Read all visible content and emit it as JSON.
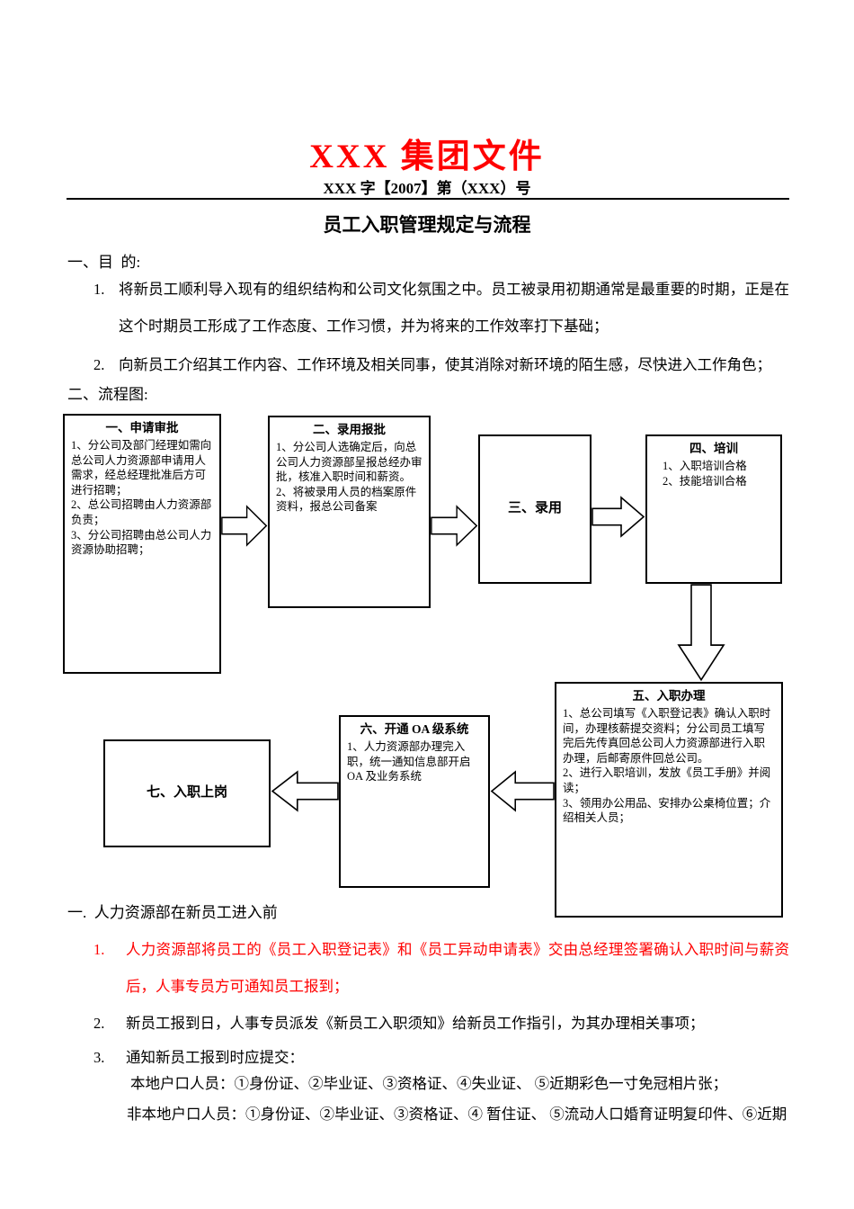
{
  "colors": {
    "title_red": "#FF0000",
    "highlight_red": "#FF0000",
    "text_black": "#000000"
  },
  "header": {
    "org_title": "XXX 集团文件",
    "doc_number": "XXX 字【2007】第（XXX）号",
    "doc_title": "员工入职管理规定与流程"
  },
  "purpose": {
    "heading": "一、目  的:",
    "items": [
      {
        "num": "1.",
        "text": "将新员工顺利导入现有的组织结构和公司文化氛围之中。员工被录用初期通常是最重要的时期，正是在这个时期员工形成了工作态度、工作习惯，并为将来的工作效率打下基础；"
      },
      {
        "num": "2.",
        "text": "向新员工介绍其工作内容、工作环境及相关同事，使其消除对新环境的陌生感，尽快进入工作角色；"
      }
    ]
  },
  "flowchart": {
    "heading": "二、流程图:",
    "boxes": [
      {
        "title": "一、申请审批",
        "lines": [
          "1、分公司及部门经理如需向总公司人力资源部申请用人需求，经总经理批准后方可进行招聘；",
          "2、总公司招聘由人力资源部负责；",
          "3、分公司招聘由总公司人力资源协助招聘；"
        ]
      },
      {
        "title": "二、录用报批",
        "lines": [
          "1、分公司人选确定后，向总公司人力资源部呈报总经办审批，核准入职时间和薪资。",
          "2、将被录用人员的档案原件资料，报总公司备案"
        ]
      },
      {
        "title": "三、录用",
        "lines": []
      },
      {
        "title": "四、培训",
        "lines": [
          "1、入职培训合格",
          "2、技能培训合格"
        ]
      },
      {
        "title": "五、入职办理",
        "lines": [
          "1、总公司填写《入职登记表》确认入职时间，办理核薪提交资料；分公司员工填写完后先传真回总公司人力资源部进行入职办理，后邮寄原件回总公司。",
          "2、进行入职培训，发放《员工手册》并阅读；",
          "3、领用办公用品、安排办公桌椅位置；介绍相关人员；"
        ]
      },
      {
        "title": "六、开通 OA 级系统",
        "lines": [
          "1、人力资源部办理完入职，统一通知信息部开启 OA 及业务系统"
        ]
      },
      {
        "title": "七、入职上岗",
        "lines": []
      }
    ]
  },
  "section": {
    "heading": "一.  人力资源部在新员工进入前",
    "items": [
      {
        "num": "1.",
        "text": "人力资源部将员工的《员工入职登记表》和《员工异动申请表》交由总经理签署确认入职时间与薪资后，人事专员方可通知员工报到；"
      },
      {
        "num": "2.",
        "text": "新员工报到日，人事专员派发《新员工入职须知》给新员工作指引，为其办理相关事项；"
      },
      {
        "num": "3.",
        "text": "通知新员工报到时应提交："
      }
    ],
    "sub_items": [
      "本地户口人员：①身份证、②毕业证、③资格证、④失业证、 ⑤近期彩色一寸免冠相片张；",
      "非本地户口人员：①身份证、②毕业证、③资格证、④ 暂住证、 ⑤流动人口婚育证明复印件、⑥近期"
    ]
  }
}
